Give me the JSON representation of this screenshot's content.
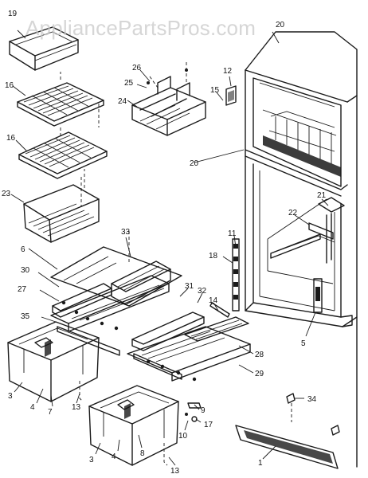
{
  "watermark": {
    "text": "AppliancePartsPros.com"
  },
  "callouts": [
    {
      "id": "19",
      "label": "19"
    },
    {
      "id": "16a",
      "label": "16"
    },
    {
      "id": "16b",
      "label": "16"
    },
    {
      "id": "23",
      "label": "23"
    },
    {
      "id": "26",
      "label": "26"
    },
    {
      "id": "25",
      "label": "25"
    },
    {
      "id": "24",
      "label": "24"
    },
    {
      "id": "12",
      "label": "12"
    },
    {
      "id": "15",
      "label": "15"
    },
    {
      "id": "20a",
      "label": "20"
    },
    {
      "id": "20b",
      "label": "20"
    },
    {
      "id": "33",
      "label": "33"
    },
    {
      "id": "6",
      "label": "6"
    },
    {
      "id": "30",
      "label": "30"
    },
    {
      "id": "27",
      "label": "27"
    },
    {
      "id": "35",
      "label": "35"
    },
    {
      "id": "31",
      "label": "31"
    },
    {
      "id": "32",
      "label": "32"
    },
    {
      "id": "14",
      "label": "14"
    },
    {
      "id": "21",
      "label": "21"
    },
    {
      "id": "22",
      "label": "22"
    },
    {
      "id": "11",
      "label": "11"
    },
    {
      "id": "18",
      "label": "18"
    },
    {
      "id": "5",
      "label": "5"
    },
    {
      "id": "28",
      "label": "28"
    },
    {
      "id": "29",
      "label": "29"
    },
    {
      "id": "3a",
      "label": "3"
    },
    {
      "id": "4a",
      "label": "4"
    },
    {
      "id": "7",
      "label": "7"
    },
    {
      "id": "13a",
      "label": "13"
    },
    {
      "id": "9",
      "label": "9"
    },
    {
      "id": "17",
      "label": "17"
    },
    {
      "id": "10",
      "label": "10"
    },
    {
      "id": "34",
      "label": "34"
    },
    {
      "id": "3b",
      "label": "3"
    },
    {
      "id": "4b",
      "label": "4"
    },
    {
      "id": "8",
      "label": "8"
    },
    {
      "id": "13b",
      "label": "13"
    },
    {
      "id": "1",
      "label": "1"
    }
  ]
}
